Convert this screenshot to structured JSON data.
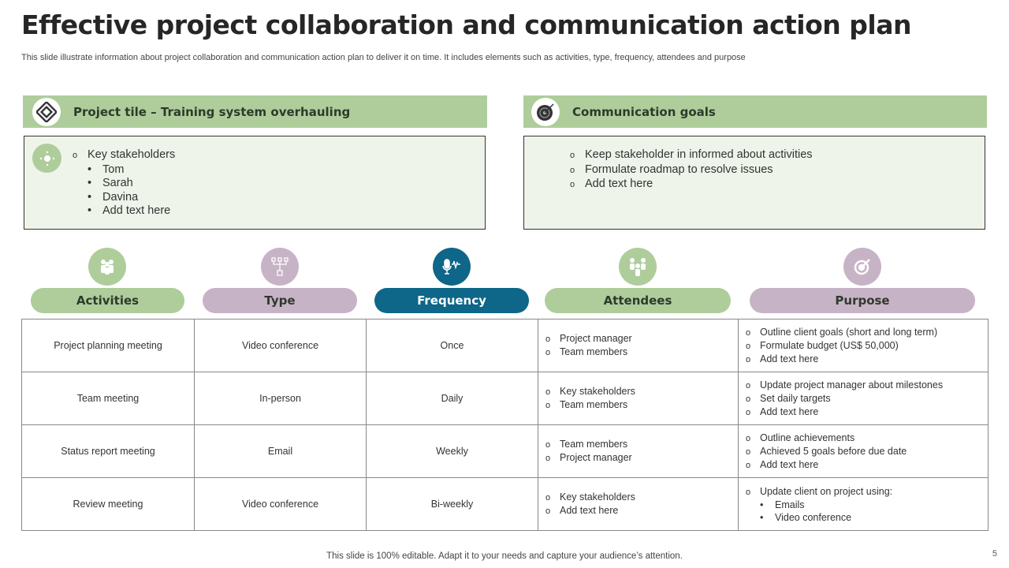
{
  "title": "Effective project collaboration and communication action plan",
  "subtitle": "This slide illustrate information about project collaboration and communication action plan to deliver it on time. It includes elements such as activities, type, frequency, attendees and purpose",
  "project": {
    "title": "Project tile – Training system overhauling",
    "heading": "Key stakeholders",
    "items": [
      "Tom",
      "Sarah",
      "Davina",
      "Add text here"
    ]
  },
  "goals": {
    "title": "Communication goals",
    "items": [
      "Keep stakeholder in informed about activities",
      "Formulate roadmap to resolve issues",
      "Add text here"
    ]
  },
  "columns": [
    "Activities",
    "Type",
    "Frequency",
    "Attendees",
    "Purpose"
  ],
  "rows": [
    {
      "activity": "Project planning meeting",
      "type": "Video conference",
      "frequency": "Once",
      "attendees": [
        "Project manager",
        "Team  members"
      ],
      "purpose": [
        "Outline client goals (short and long term)",
        "Formulate budget (US$ 50,000)",
        "Add text here"
      ]
    },
    {
      "activity": "Team  meeting",
      "type": "In-person",
      "frequency": "Daily",
      "attendees": [
        "Key stakeholders",
        "Team  members"
      ],
      "purpose": [
        "Update project manager about milestones",
        "Set daily targets",
        "Add text here"
      ]
    },
    {
      "activity": "Status report meeting",
      "type": "Email",
      "frequency": "Weekly",
      "attendees": [
        "Team  members",
        "Project manager"
      ],
      "purpose": [
        "Outline achievements",
        "Achieved 5 goals before  due date",
        "Add text here"
      ]
    },
    {
      "activity": "Review  meeting",
      "type": "Video conference",
      "frequency": "Bi-weekly",
      "attendees": [
        "Key stakeholders",
        "Add text here"
      ],
      "purpose": [
        "Update client on project using:"
      ],
      "purpose_sub": [
        "Emails",
        "Video conference"
      ]
    }
  ],
  "footer": "This slide is 100% editable. Adapt it to your needs and capture your audience’s attention.",
  "page_number": "5",
  "colors": {
    "green": "#aecd9b",
    "purple": "#c7b3c6",
    "teal": "#0e6688",
    "panel": "#eef4ea"
  }
}
